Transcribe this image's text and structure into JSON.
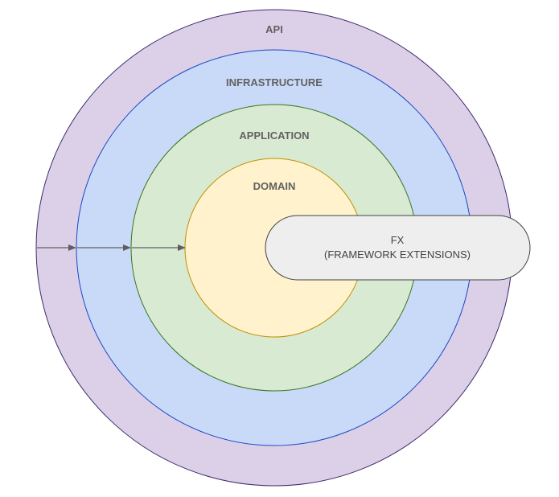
{
  "layers": {
    "api": {
      "label": "API",
      "fill": "#dcd0e8",
      "stroke": "#3d2b6a"
    },
    "infrastructure": {
      "label": "INFRASTRUCTURE",
      "fill": "#c9daf8",
      "stroke": "#1a47c4"
    },
    "application": {
      "label": "APPLICATION",
      "fill": "#d9ead3",
      "stroke": "#38761d"
    },
    "domain": {
      "label": "DOMAIN",
      "fill": "#fff2cc",
      "stroke": "#bf9000"
    }
  },
  "fx": {
    "line1": "FX",
    "line2": "(FRAMEWORK EXTENSIONS)",
    "fill": "#eeeeee",
    "stroke": "#424242"
  },
  "arrow_color": "#5f5f5f"
}
